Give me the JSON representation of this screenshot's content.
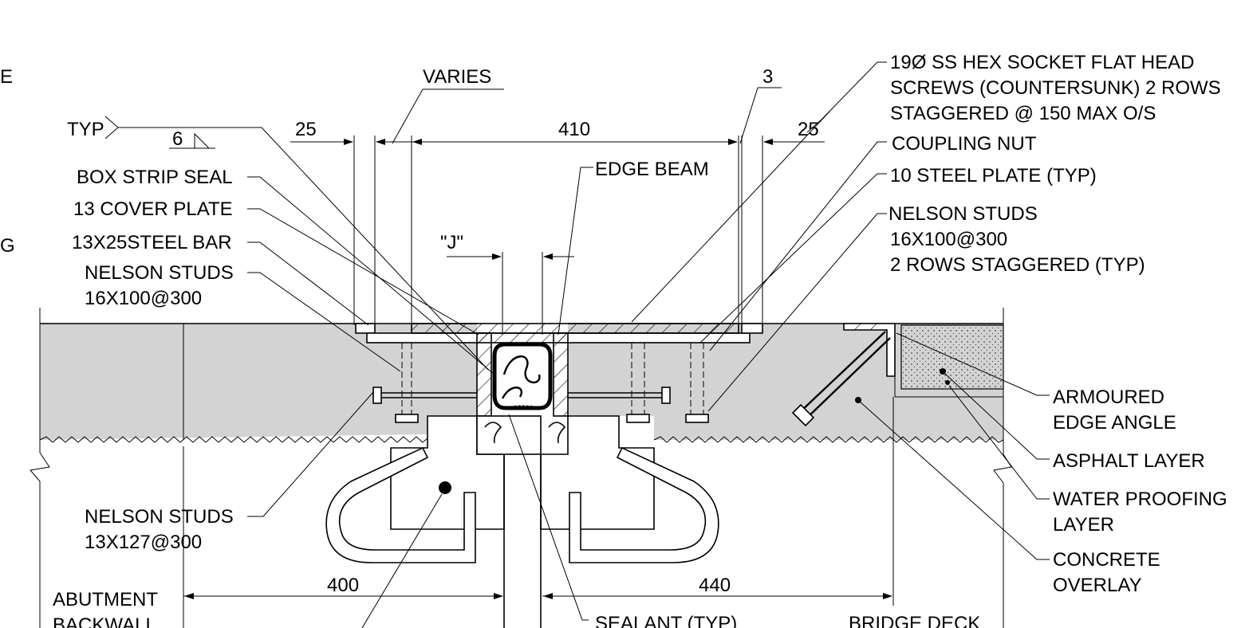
{
  "labels": {
    "left_edge_top": "E",
    "left_edge_mid": "G",
    "typ": "TYP",
    "weld_size": "6",
    "box_strip_seal": "BOX STRIP SEAL",
    "cover_plate": "13 COVER PLATE",
    "steel_bar": "13X25STEEL BAR",
    "nelson_studs_left_1": "NELSON STUDS",
    "nelson_studs_left_2": "16X100@300",
    "nelson_studs_low_1": "NELSON STUDS",
    "nelson_studs_low_2": "13X127@300",
    "abutment_1": "ABUTMENT",
    "abutment_2": "BACKWALL",
    "varies": "VARIES",
    "dim_three": "3",
    "dim_25_left": "25",
    "dim_410": "410",
    "dim_25_right": "25",
    "edge_beam": "EDGE BEAM",
    "j_mark": "\"J\"",
    "screws_1": "19Ø SS HEX SOCKET FLAT HEAD",
    "screws_2": "SCREWS (COUNTERSUNK) 2 ROWS",
    "screws_3": "STAGGERED @ 150 MAX O/S",
    "coupling_nut": "COUPLING NUT",
    "steel_plate": "10 STEEL PLATE (TYP)",
    "nelson_studs_right_1": "NELSON STUDS",
    "nelson_studs_right_2": "16X100@300",
    "nelson_studs_right_3": "2 ROWS STAGGERED (TYP)",
    "armoured_1": "ARMOURED",
    "armoured_2": "EDGE ANGLE",
    "asphalt": "ASPHALT LAYER",
    "waterproofing_1": "WATER PROOFING",
    "waterproofing_2": "LAYER",
    "concrete_1": "CONCRETE",
    "concrete_2": "OVERLAY",
    "dim_400": "400",
    "dim_440": "440",
    "sealant": "SEALANT (TYP)",
    "bridge_deck": "BRIDGE DECK"
  },
  "colors": {
    "concrete_fill": "#d3d3d3",
    "line": "#000000",
    "background": "#ffffff"
  }
}
